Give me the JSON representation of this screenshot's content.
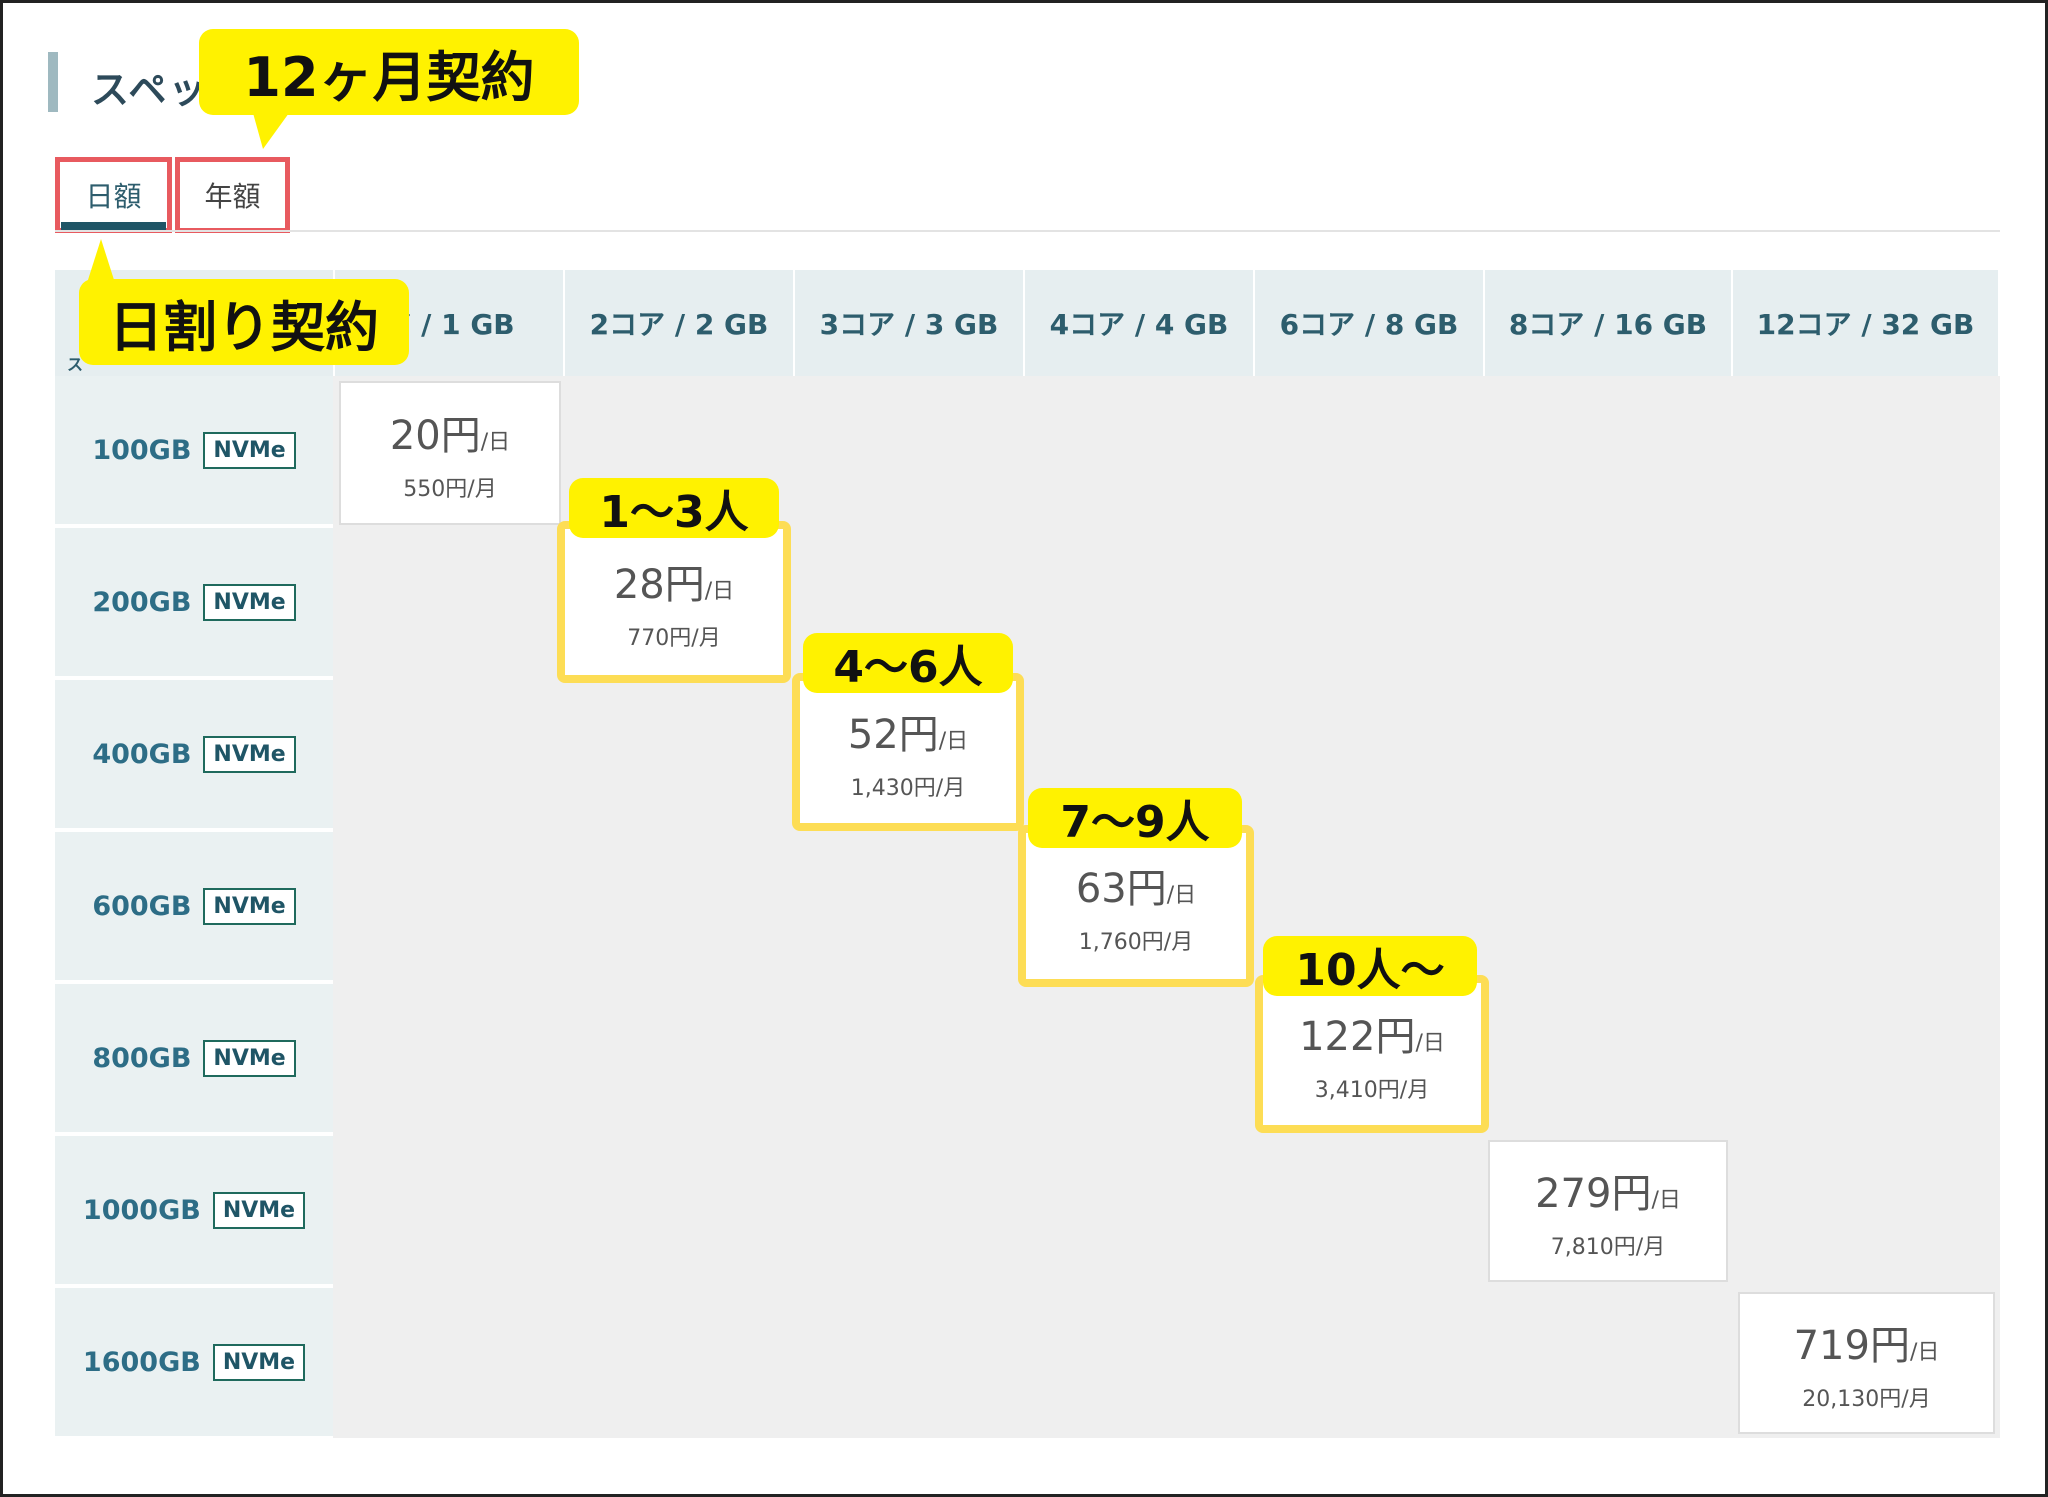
{
  "heading": "スペッ",
  "tabs": {
    "day": "日額",
    "year": "年額"
  },
  "callouts": {
    "year_contract": "12ヶ月契約",
    "day_contract": "日割り契約"
  },
  "columns": [
    "ア / 1 GB",
    "2コア / 2 GB",
    "3コア / 3 GB",
    "4コア / 4 GB",
    "6コア / 8 GB",
    "8コア / 16 GB",
    "12コア / 32 GB"
  ],
  "spec_label": "ス",
  "nvme_label": "NVMe",
  "rows": [
    {
      "storage": "100GB",
      "price": "20円",
      "per_day": "/日",
      "monthly": "550円/月",
      "tag": ""
    },
    {
      "storage": "200GB",
      "price": "28円",
      "per_day": "/日",
      "monthly": "770円/月",
      "tag": "1〜3人"
    },
    {
      "storage": "400GB",
      "price": "52円",
      "per_day": "/日",
      "monthly": "1,430円/月",
      "tag": "4〜6人"
    },
    {
      "storage": "600GB",
      "price": "63円",
      "per_day": "/日",
      "monthly": "1,760円/月",
      "tag": "7〜9人"
    },
    {
      "storage": "800GB",
      "price": "122円",
      "per_day": "/日",
      "monthly": "3,410円/月",
      "tag": "10人〜"
    },
    {
      "storage": "1000GB",
      "price": "279円",
      "per_day": "/日",
      "monthly": "7,810円/月",
      "tag": ""
    },
    {
      "storage": "1600GB",
      "price": "719円",
      "per_day": "/日",
      "monthly": "20,130円/月",
      "tag": ""
    }
  ],
  "colors": {
    "accent": "#1f5566",
    "highlight_border": "#fddd55",
    "callout_fill": "#fff200",
    "tab_frame": "#e85a5f"
  }
}
